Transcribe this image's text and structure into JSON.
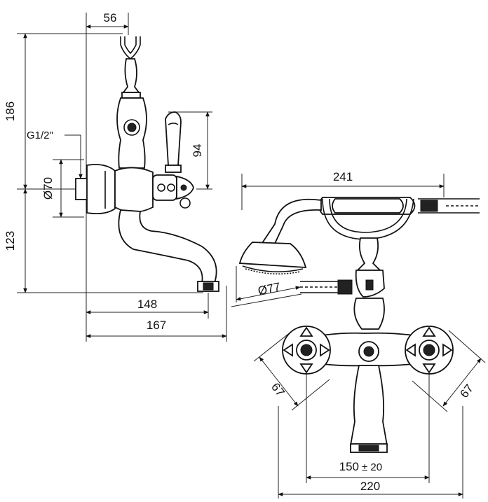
{
  "side_view": {
    "dim_top_width": "56",
    "dim_upper_height": "186",
    "dim_lower_height": "123",
    "dim_handle_height": "94",
    "dim_flange_diameter": "Ø70",
    "thread_label": "G1/2\"",
    "dim_spout_reach": "148",
    "dim_overall_depth": "167"
  },
  "front_view": {
    "dim_shower_length": "241",
    "dim_shower_head_diameter": "Ø77",
    "dim_left_handle": "67",
    "dim_right_handle": "67",
    "dim_center_distance": "150",
    "dim_center_tolerance": "± 20",
    "dim_overall_width": "220"
  }
}
